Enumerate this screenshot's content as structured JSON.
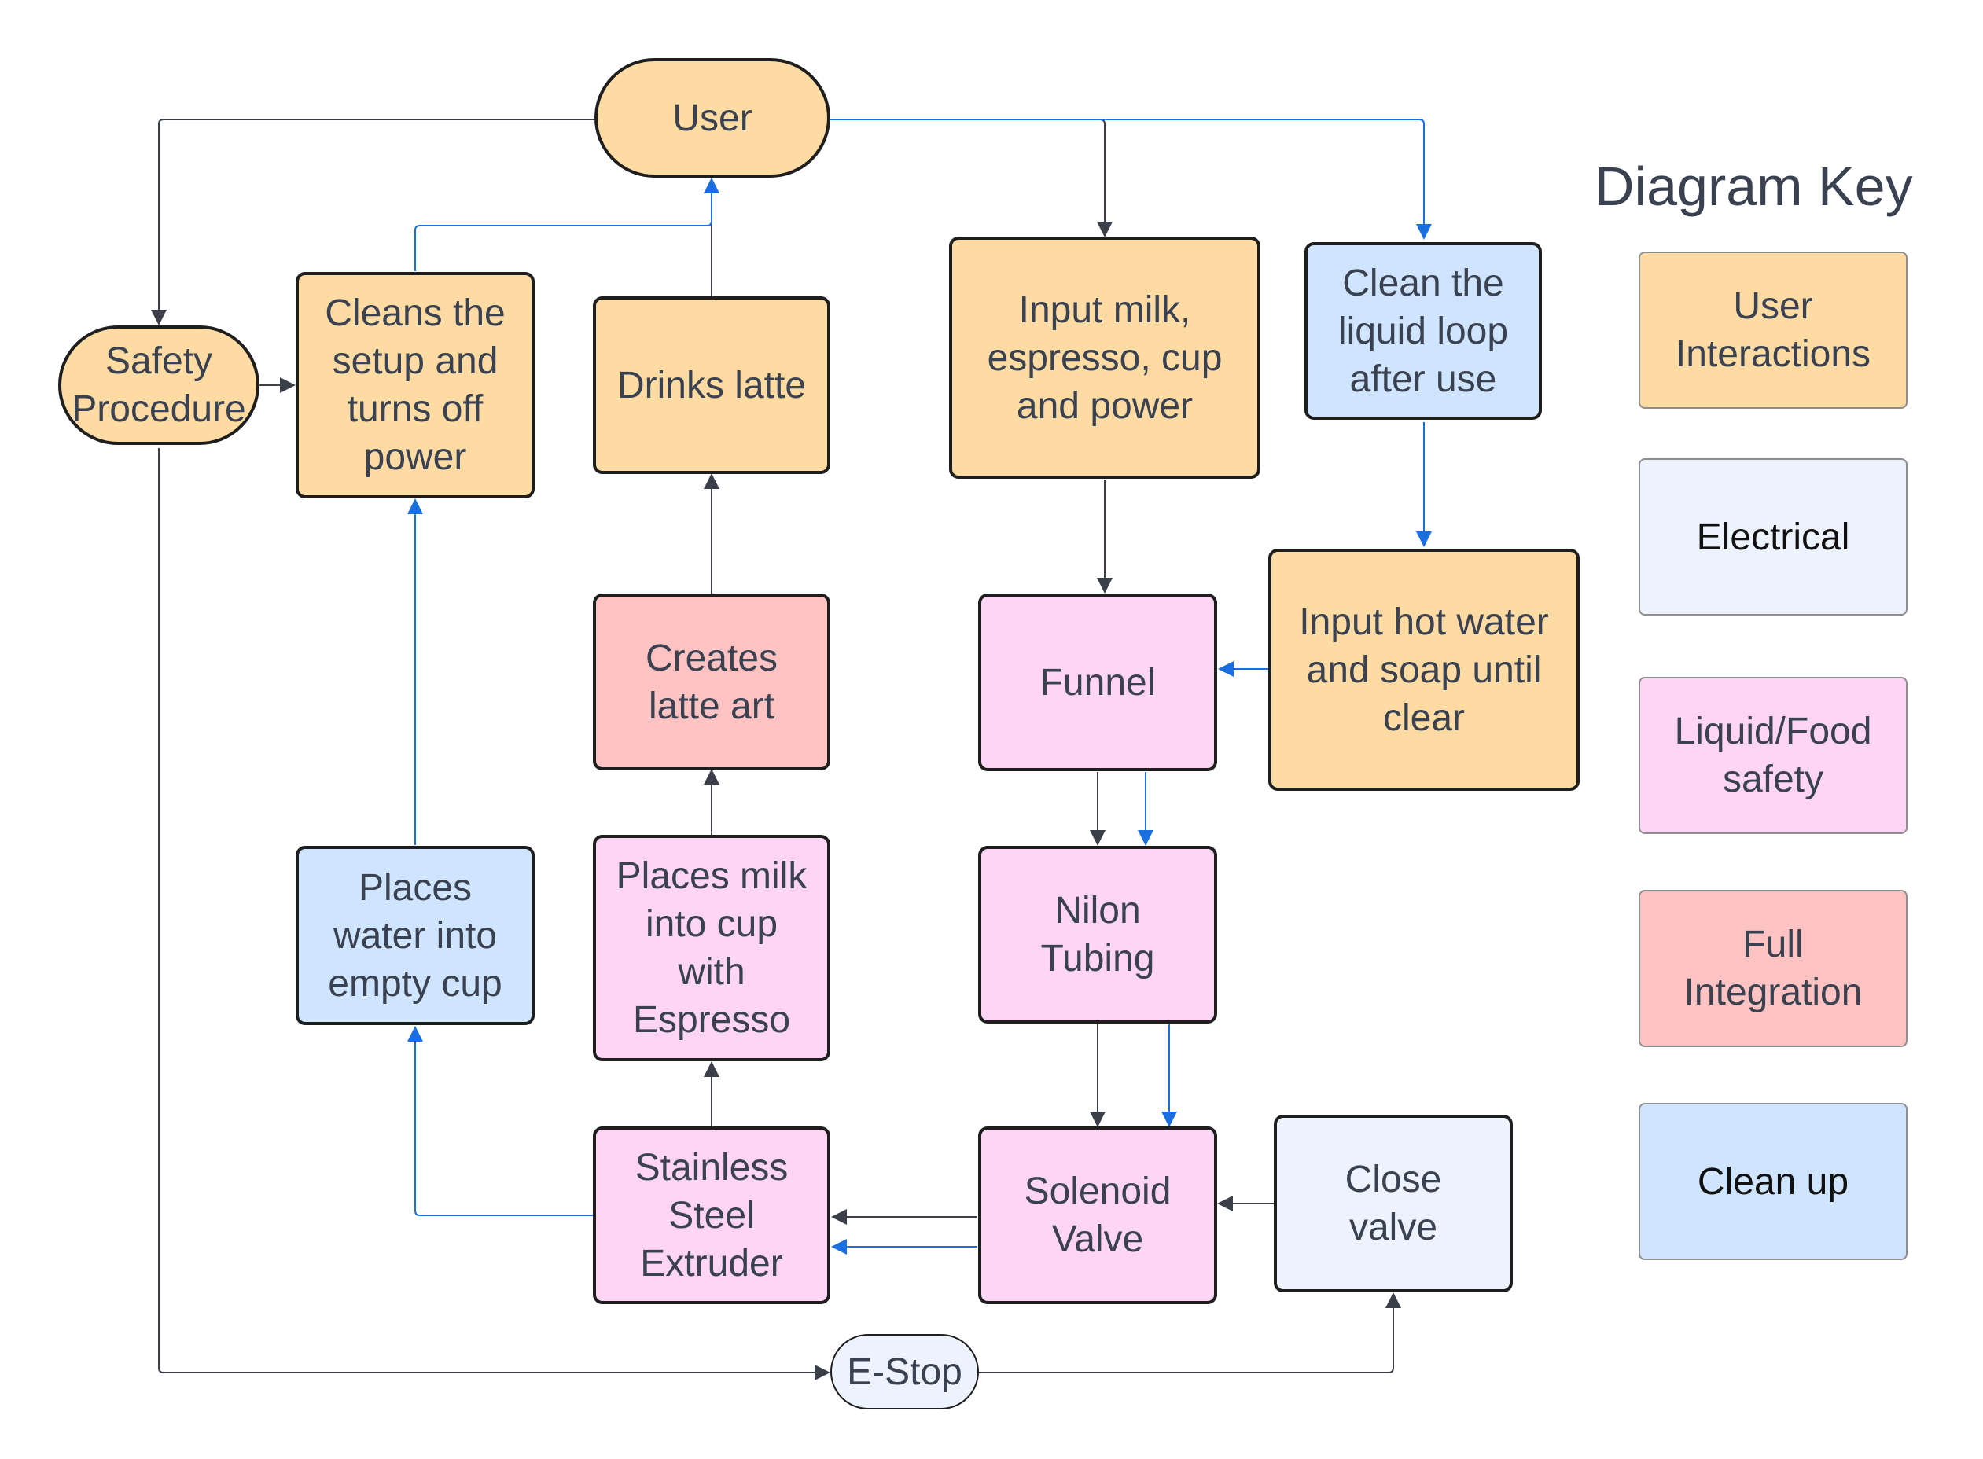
{
  "colors": {
    "user": "#fddba3",
    "electrical": "#edf3fe",
    "liquid": "#fed5f5",
    "integration": "#fdc2c2",
    "cleanup": "#cfe4fe",
    "connector_dark": "#3a3f4a",
    "connector_blue": "#1a6fe0"
  },
  "nodes": {
    "user": "User",
    "safety": "Safety\nProcedure",
    "cleans": "Cleans the\nsetup and\nturns off\npower",
    "drinks": "Drinks latte",
    "input_milk": "Input milk,\nespresso, cup\nand power",
    "clean_loop": "Clean the\nliquid loop\nafter use",
    "creates": "Creates\nlatte art",
    "funnel": "Funnel",
    "hot_water": "Input hot water\nand soap until\nclear",
    "places_water": "Places\nwater into\nempty cup",
    "places_milk": "Places milk\ninto cup\nwith\nEspresso",
    "nilon": "Nilon\nTubing",
    "extruder": "Stainless\nSteel\nExtruder",
    "solenoid": "Solenoid\nValve",
    "close_valve": "Close\nvalve",
    "estop": "E-Stop"
  },
  "key": {
    "title": "Diagram Key",
    "items": [
      {
        "label": "User\nInteractions",
        "color": "#fddba3"
      },
      {
        "label": "Electrical",
        "color": "#edf3fe"
      },
      {
        "label": "Liquid/Food\nsafety",
        "color": "#fed5f5"
      },
      {
        "label": "Full\nIntegration",
        "color": "#fdc2c2"
      },
      {
        "label": "Clean up",
        "color": "#cfe4fe"
      }
    ]
  }
}
